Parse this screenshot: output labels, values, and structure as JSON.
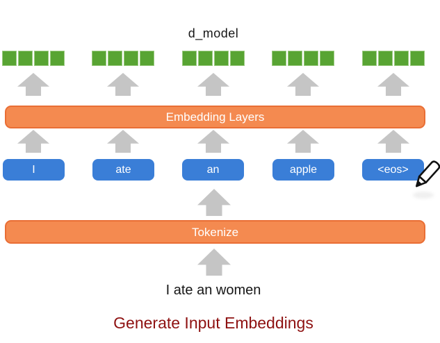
{
  "labels": {
    "d_model": "d_model"
  },
  "bars": {
    "embedding": "Embedding Layers",
    "tokenize": "Tokenize"
  },
  "tokens": [
    "I",
    "ate",
    "an",
    "apple",
    "<eos>"
  ],
  "vectors": {
    "groups": 5,
    "cells_per_group": 4
  },
  "sentence": "I ate an women",
  "title": "Generate Input Embeddings",
  "icons": {
    "pencil": "pencil-icon"
  },
  "colors": {
    "vector_green": "#58a433",
    "vector_green_border": "#9ccb82",
    "bar_orange": "#f48a50",
    "bar_orange_border": "#e96e35",
    "token_blue": "#3a7ed7",
    "arrow_gray": "#c5c5c5",
    "title_red": "#8e1111",
    "text_black": "#161616"
  }
}
